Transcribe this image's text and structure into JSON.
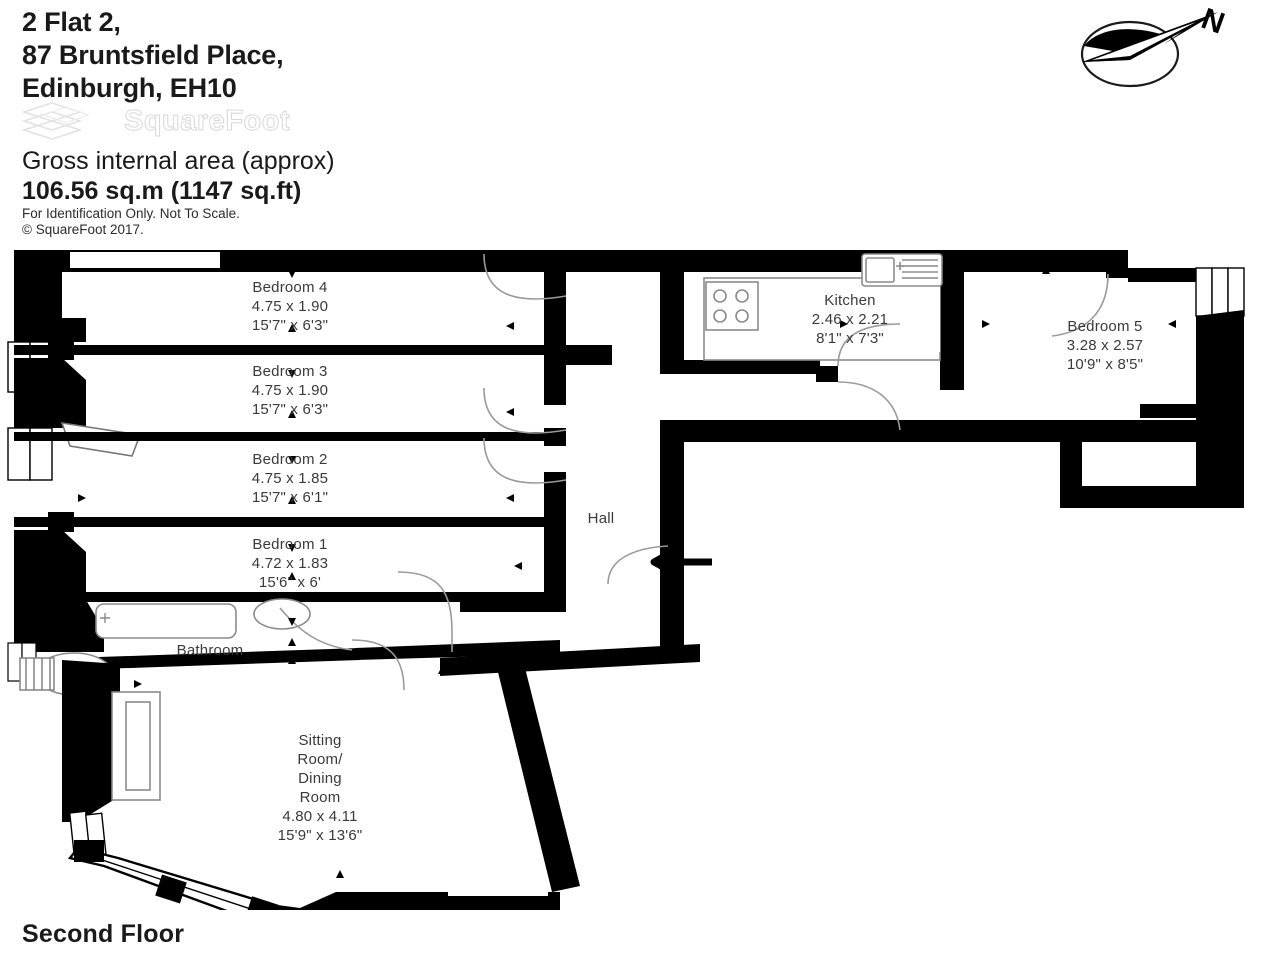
{
  "header": {
    "address_lines": [
      "2 Flat 2,",
      "87 Bruntsfield Place,",
      "Edinburgh, EH10"
    ],
    "brand": "SquareFoot",
    "gia_label": "Gross internal area (approx)",
    "gia_value": "106.56 sq.m (1147 sq.ft)",
    "disclaimer_line1": "For Identification Only. Not To Scale.",
    "disclaimer_line2": "© SquareFoot 2017."
  },
  "compass": {
    "north_letter": "N"
  },
  "floor": {
    "label": "Second Floor"
  },
  "rooms": [
    {
      "key": "bedroom4",
      "name": "Bedroom 4",
      "metric": "4.75 x 1.90",
      "imperial": "15'7\" x 6'3\""
    },
    {
      "key": "bedroom3",
      "name": "Bedroom 3",
      "metric": "4.75 x 1.90",
      "imperial": "15'7\" x 6'3\""
    },
    {
      "key": "bedroom2",
      "name": "Bedroom 2",
      "metric": "4.75 x 1.85",
      "imperial": "15'7\" x 6'1\""
    },
    {
      "key": "bedroom1",
      "name": "Bedroom 1",
      "metric": "4.72 x 1.83",
      "imperial": "15'6\" x 6'"
    },
    {
      "key": "bathroom",
      "name": "Bathroom",
      "metric": "",
      "imperial": ""
    },
    {
      "key": "hall",
      "name": "Hall",
      "metric": "",
      "imperial": ""
    },
    {
      "key": "kitchen",
      "name": "Kitchen",
      "metric": "2.46 x 2.21",
      "imperial": "8'1\" x 7'3\""
    },
    {
      "key": "bedroom5",
      "name": "Bedroom 5",
      "metric": "3.28 x 2.57",
      "imperial": "10'9\" x 8'5\""
    },
    {
      "key": "sitting",
      "name_lines": [
        "Sitting",
        "Room/",
        "Dining",
        "Room"
      ],
      "name": "Sitting Room/ Dining Room",
      "metric": "4.80 x 4.11",
      "imperial": "15'9\" x 13'6\""
    }
  ],
  "colors": {
    "wall": "#000000",
    "fixture_stroke": "#8a8a8a",
    "text": "#3a3a3a",
    "watermark": "#e6e6e6"
  }
}
